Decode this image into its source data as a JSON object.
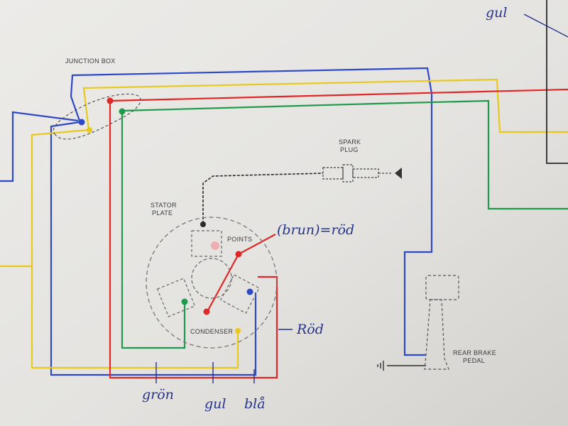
{
  "diagram": {
    "printed_labels": {
      "junction_box": "JUNCTION BOX",
      "spark_plug_line1": "SPARK",
      "spark_plug_line2": "PLUG",
      "stator_plate_line1": "STATOR",
      "stator_plate_line2": "PLATE",
      "points": "POINTS",
      "condenser": "CONDENSER",
      "rear_brake_line1": "REAR BRAKE",
      "rear_brake_line2": "PEDAL"
    },
    "handwritten_labels": {
      "gul_top": "gul",
      "brun_rod": "(brun)=röd",
      "rod": "Röd",
      "gron": "grön",
      "gul_bottom": "gul",
      "bla": "blå"
    },
    "wire_colors": {
      "blue": "#2e48c8",
      "red": "#e02828",
      "green": "#1f9a4a",
      "yellow": "#e8c81a",
      "black": "#2a2a2a",
      "ink": "#27348b"
    }
  }
}
